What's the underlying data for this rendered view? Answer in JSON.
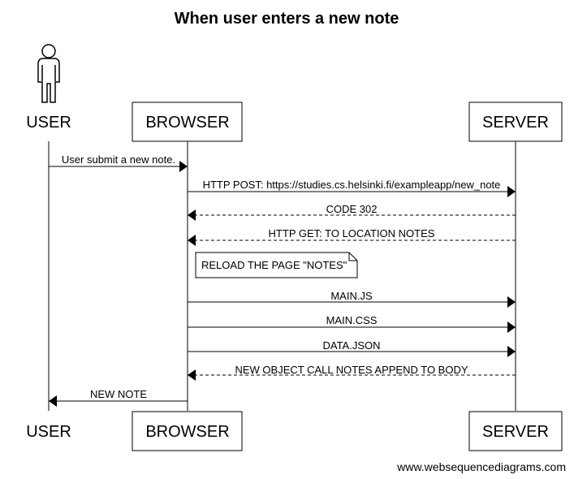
{
  "title": "When user enters a new note",
  "participants": [
    {
      "id": "user",
      "label": "USER",
      "kind": "actor"
    },
    {
      "id": "browser",
      "label": "BROWSER",
      "kind": "box"
    },
    {
      "id": "server",
      "label": "SERVER",
      "kind": "box"
    }
  ],
  "messages": [
    {
      "from": "user",
      "to": "browser",
      "label": "User submit a new note.",
      "style": "solid"
    },
    {
      "from": "browser",
      "to": "server",
      "label": "HTTP POST: https://studies.cs.helsinki.fi/exampleapp/new_note",
      "style": "solid"
    },
    {
      "from": "server",
      "to": "browser",
      "label": "CODE 302",
      "style": "dashed"
    },
    {
      "from": "server",
      "to": "browser",
      "label": "HTTP GET: TO LOCATION NOTES",
      "style": "dashed"
    },
    {
      "from": "browser",
      "to": "server",
      "label": "MAIN.JS",
      "style": "solid"
    },
    {
      "from": "browser",
      "to": "server",
      "label": "MAIN.CSS",
      "style": "solid"
    },
    {
      "from": "browser",
      "to": "server",
      "label": "DATA.JSON",
      "style": "solid"
    },
    {
      "from": "server",
      "to": "browser",
      "label": "NEW OBJECT CALL NOTES APPEND TO BODY",
      "style": "dashed"
    },
    {
      "from": "browser",
      "to": "user",
      "label": "NEW NOTE",
      "style": "solid"
    }
  ],
  "note": {
    "over": "browser",
    "text": "RELOAD THE PAGE \"NOTES\""
  },
  "footer": "www.websequencediagrams.com"
}
